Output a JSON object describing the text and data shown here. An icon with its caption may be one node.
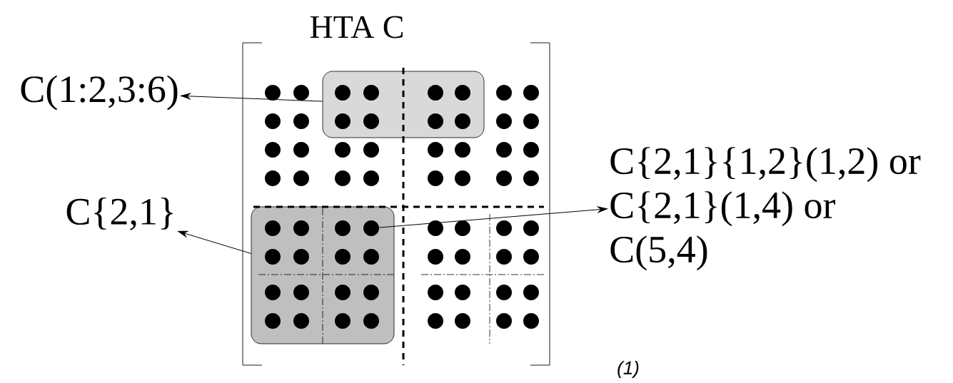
{
  "diagram": {
    "title": "HTA C",
    "nodes": [
      {
        "text": [
          "C(1:2,3:6)"
        ]
      },
      {
        "text": [],
        "shape": "box"
      },
      {
        "text": [
          "C{2,1}"
        ]
      },
      {
        "text": [],
        "shape": "box"
      },
      {
        "text": [],
        "shape": "circle",
        "in": 3
      },
      {
        "text": [
          "C{2,1}{1,2}(1,2) or",
          "C{2,1}(1,4) or",
          "C(5,4)"
        ]
      }
    ],
    "edges": [
      {
        "from": 1,
        "to": 0,
        "arrow": "to"
      },
      {
        "from": 3,
        "to": 2,
        "arrow": "to"
      },
      {
        "from": 4,
        "to": 5,
        "arrow": "to"
      }
    ],
    "labels": [
      "(1)"
    ]
  }
}
